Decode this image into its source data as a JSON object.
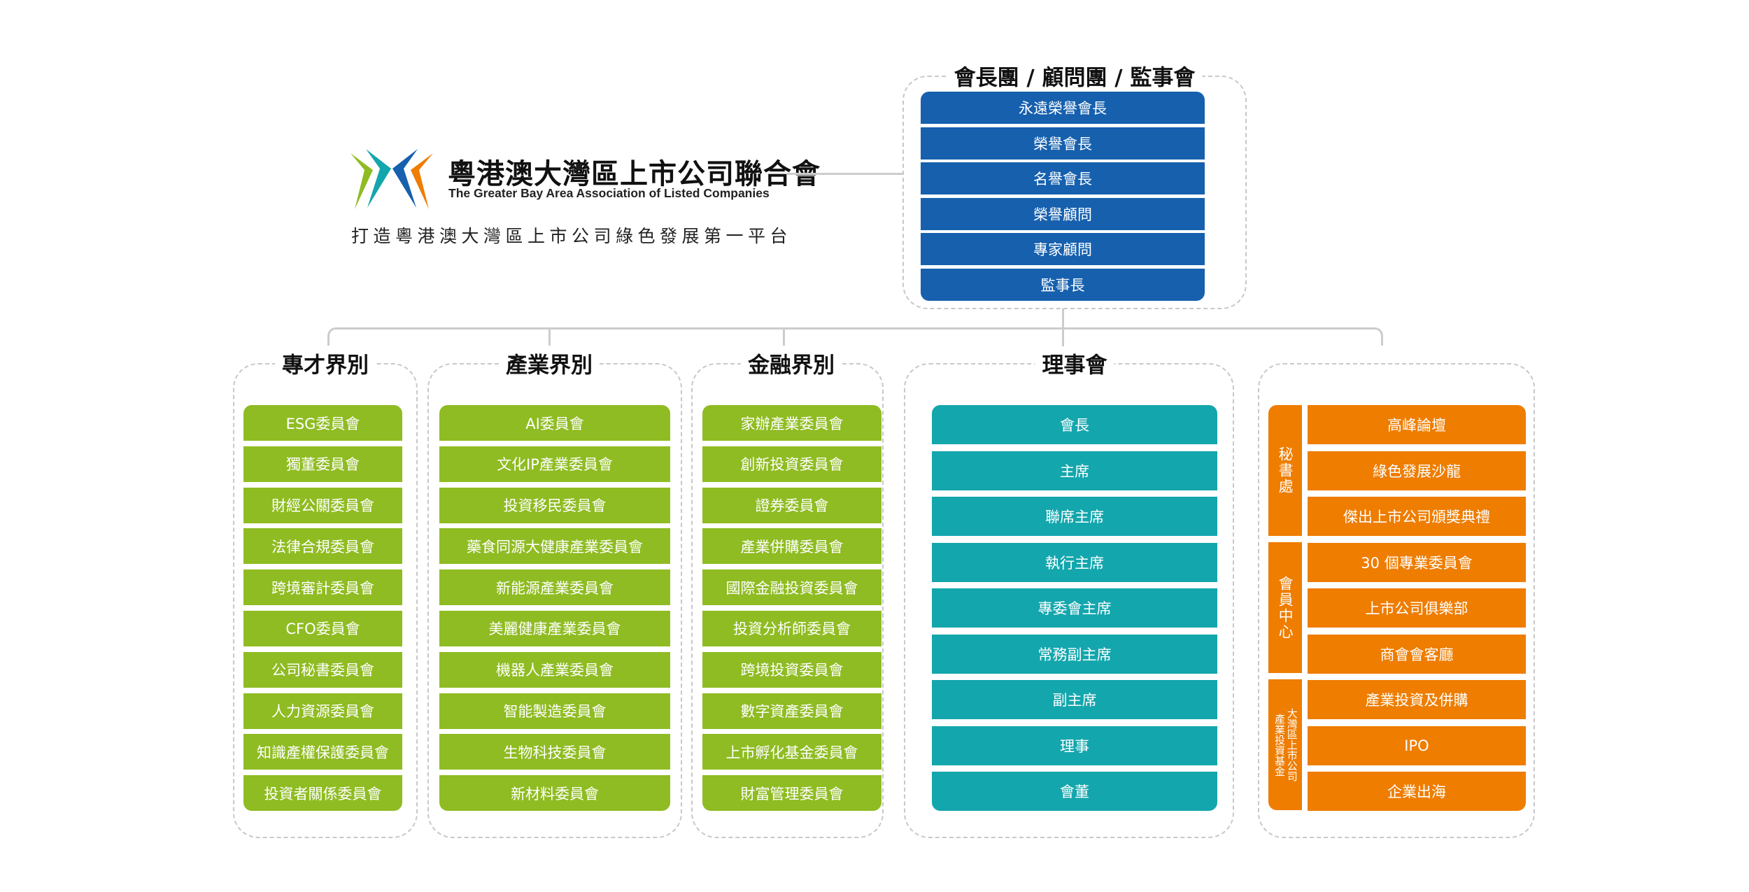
{
  "header": {
    "title_cn": "粵港澳大灣區上市公司聯合會",
    "title_en": "The Greater Bay Area Association of Listed Companies",
    "tagline": "打造粵港澳大灣區上市公司綠色發展第一平台",
    "logo_icon": "four-chevron-logo-icon"
  },
  "colors": {
    "blue": "#1660AE",
    "green": "#8FBC22",
    "teal": "#14A6AD",
    "orange": "#EE7D00",
    "connector": "#CCCCCC"
  },
  "leadership": {
    "heading": "會長團 / 顧問團 / 監事會",
    "items": [
      "永遠榮譽會長",
      "榮譽會長",
      "名譽會長",
      "榮譽顧問",
      "專家顧問",
      "監事長"
    ]
  },
  "professional": {
    "heading": "專才界別",
    "items": [
      "ESG委員會",
      "獨董委員會",
      "財經公關委員會",
      "法律合規委員會",
      "跨境審計委員會",
      "CFO委員會",
      "公司秘書委員會",
      "人力資源委員會",
      "知識產權保護委員會",
      "投資者關係委員會"
    ]
  },
  "industry": {
    "heading": "產業界別",
    "items": [
      "AI委員會",
      "文化IP產業委員會",
      "投資移民委員會",
      "藥食同源大健康產業委員會",
      "新能源產業委員會",
      "美麗健康產業委員會",
      "機器人產業委員會",
      "智能製造委員會",
      "生物科技委員會",
      "新材料委員會"
    ]
  },
  "finance": {
    "heading": "金融界別",
    "items": [
      "家辦產業委員會",
      "創新投資委員會",
      "證券委員會",
      "產業併購委員會",
      "國際金融投資委員會",
      "投資分析師委員會",
      "跨境投資委員會",
      "數字資產委員會",
      "上市孵化基金委員會",
      "財富管理委員會"
    ]
  },
  "council": {
    "heading": "理事會",
    "items": [
      "會長",
      "主席",
      "聯席主席",
      "執行主席",
      "專委會主席",
      "常務副主席",
      "副主席",
      "理事",
      "會董"
    ]
  },
  "departments": {
    "groups": [
      {
        "label": "秘書處",
        "items": [
          "高峰論壇",
          "綠色發展沙龍",
          "傑出上市公司頒獎典禮"
        ]
      },
      {
        "label": "會員中心",
        "items": [
          "30 個專業委員會",
          "上市公司俱樂部",
          "商會會客廳"
        ]
      },
      {
        "label": "大灣區上市公司產業投資基金",
        "label_lines": [
          "大灣區上市公司",
          "產業投資基金"
        ],
        "items": [
          "產業投資及併購",
          "IPO",
          "企業出海"
        ]
      }
    ]
  }
}
